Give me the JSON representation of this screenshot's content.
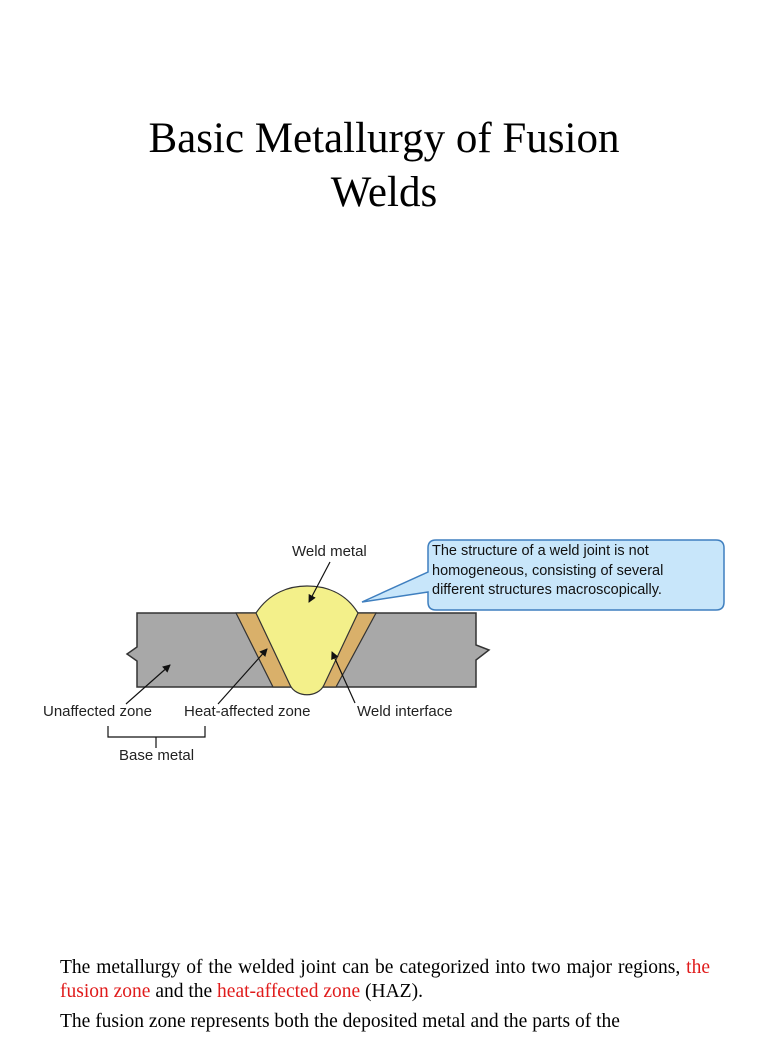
{
  "slide": {
    "title_line1": "Basic Metallurgy of Fusion",
    "title_line2": "Welds"
  },
  "figure": {
    "labels": {
      "weld_metal": "Weld metal",
      "unaffected_zone": "Unaffected zone",
      "heat_affected_zone": "Heat-affected zone",
      "weld_interface": "Weld interface",
      "base_metal": "Base metal"
    },
    "callout": {
      "line1": "The structure of a weld joint is not",
      "line2": "homogeneous, consisting of several",
      "line3": "different structures macroscopically."
    },
    "colors": {
      "base_metal": "#a8a8a8",
      "haz": "#d9b06a",
      "weld_metal": "#f3f08a",
      "callout_fill": "#c8e6fa",
      "callout_border": "#3f7fbf"
    }
  },
  "body": {
    "p1_text1": "The metallurgy of the welded joint can be categorized into two major regions, ",
    "p1_highlight1": "the fusion zone",
    "p1_text2": " and the ",
    "p1_highlight2": "heat-affected zone",
    "p1_text3": " (HAZ).",
    "p2_text": "The fusion zone represents both the deposited metal and the parts of the"
  }
}
